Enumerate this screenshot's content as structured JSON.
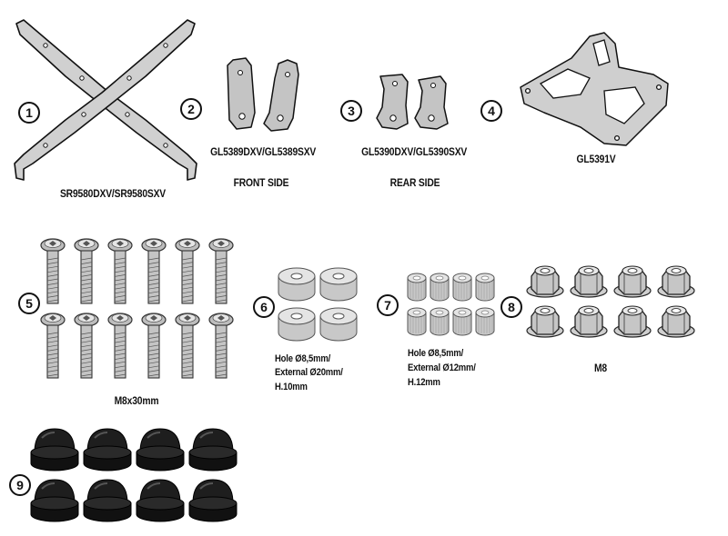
{
  "parts": [
    {
      "number": "1",
      "labels": [
        "SR9580DXV/SR9580SXV"
      ]
    },
    {
      "number": "2",
      "labels": [
        "GL5389DXV/GL5389SXV",
        "FRONT SIDE"
      ]
    },
    {
      "number": "3",
      "labels": [
        "GL5390DXV/GL5390SXV",
        "REAR SIDE"
      ]
    },
    {
      "number": "4",
      "labels": [
        "GL5391V"
      ]
    },
    {
      "number": "5",
      "labels": [
        "M8x30mm"
      ]
    },
    {
      "number": "6",
      "labels": [
        "Hole Ø8,5mm/",
        "External Ø20mm/",
        "H.10mm"
      ]
    },
    {
      "number": "7",
      "labels": [
        "Hole Ø8,5mm/",
        "External Ø12mm/",
        "H.12mm"
      ]
    },
    {
      "number": "8",
      "labels": [
        "M8"
      ]
    },
    {
      "number": "9",
      "labels": []
    }
  ],
  "colors": {
    "ink": "#111111",
    "metal": "#bdbdbd",
    "metal_dark": "#7a7a7a",
    "cap": "#1a1a1a"
  }
}
